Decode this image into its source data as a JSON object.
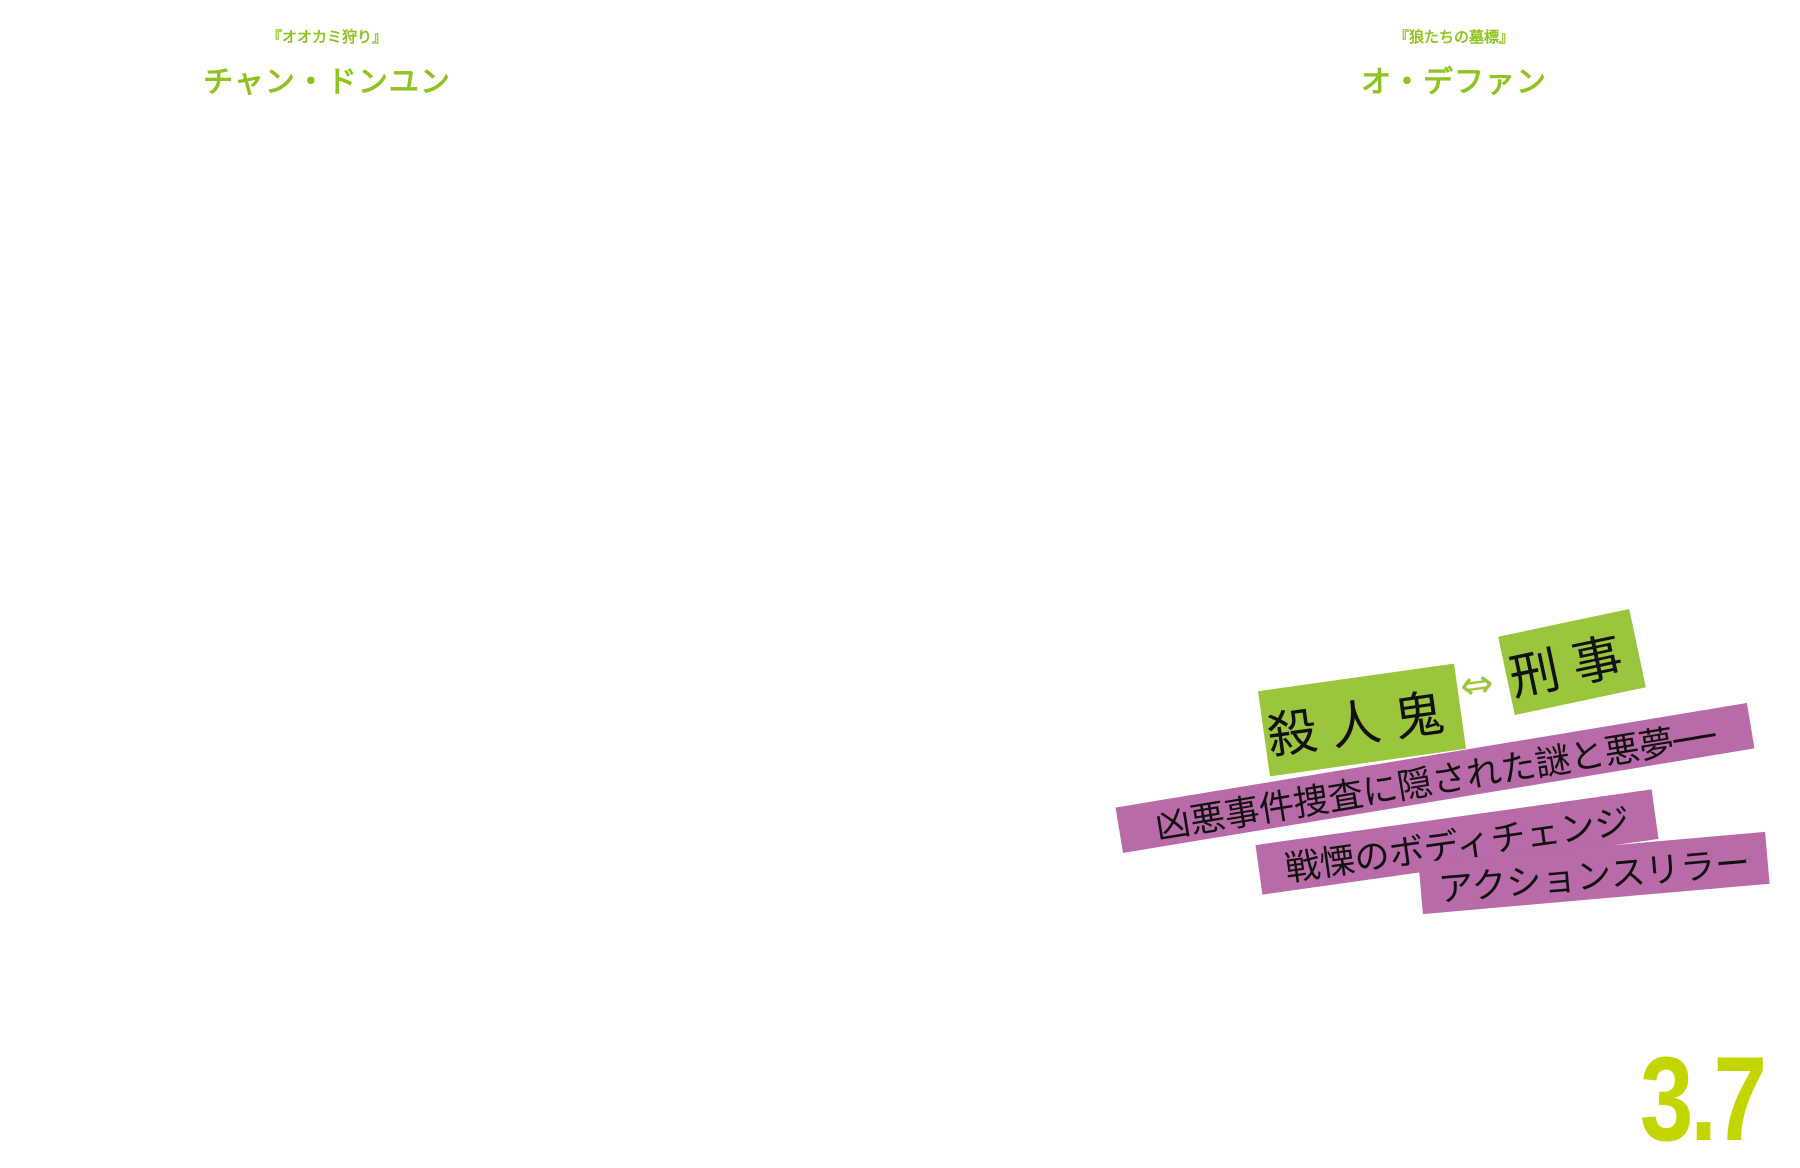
{
  "credits": [
    {
      "film": "『オオカミ狩り』",
      "name": "チャン・ドンユン"
    },
    {
      "film": "『狼たちの墓標』",
      "name": "オ・デファン"
    }
  ],
  "tagline": {
    "killer": "殺人鬼",
    "arrow": "⇔",
    "detective": "刑事",
    "line1": "凶悪事件捜査に隠された謎と悪夢──",
    "line2": "戦慄のボディチェンジ",
    "line3": "アクションスリラー"
  },
  "release_date": "3.7",
  "colors": {
    "green": "#9bc53d",
    "pink": "#b96aa8",
    "date": "#c4d600"
  }
}
